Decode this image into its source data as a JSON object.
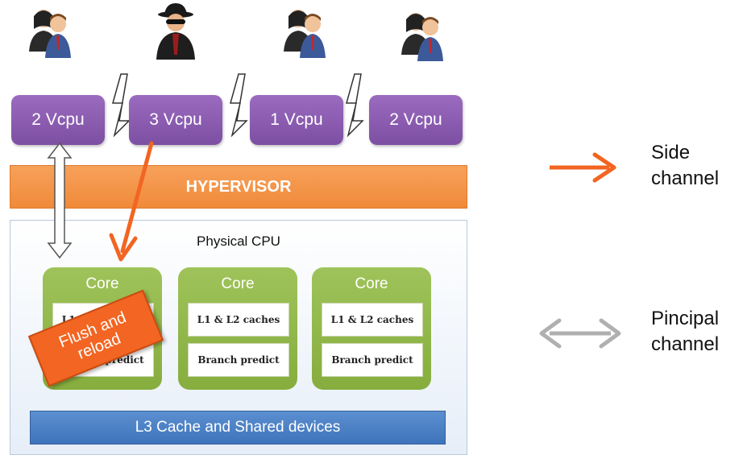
{
  "users": [
    {
      "icon": "user-couple-icon"
    },
    {
      "icon": "spy-icon"
    },
    {
      "icon": "user-couple-icon"
    },
    {
      "icon": "user-couple-icon"
    }
  ],
  "vcpus": [
    "2 Vcpu",
    "3 Vcpu",
    "1 Vcpu",
    "2 Vcpu"
  ],
  "hypervisor": "HYPERVISOR",
  "cpu": {
    "title": "Physical CPU",
    "cores": [
      {
        "label": "Core",
        "cache": "L1 & L2 caches",
        "branch": "Branch predict"
      },
      {
        "label": "Core",
        "cache": "L1 & L2 caches",
        "branch": "Branch predict"
      },
      {
        "label": "Core",
        "cache": "L1 & L2 caches",
        "branch": "Branch predict"
      }
    ],
    "l3": "L3 Cache and Shared devices"
  },
  "attack": {
    "line1": "Flush and",
    "line2": "reload"
  },
  "legend": {
    "side": {
      "line1": "Side",
      "line2": "channel",
      "color": "#f26522"
    },
    "principal": {
      "line1": "Pincipal",
      "line2": "channel",
      "color": "#b0b0b0"
    }
  },
  "colors": {
    "vcpu": "#8a5cb0",
    "hypervisor": "#f39144",
    "core": "#93b94c",
    "l3": "#4a80c4"
  }
}
